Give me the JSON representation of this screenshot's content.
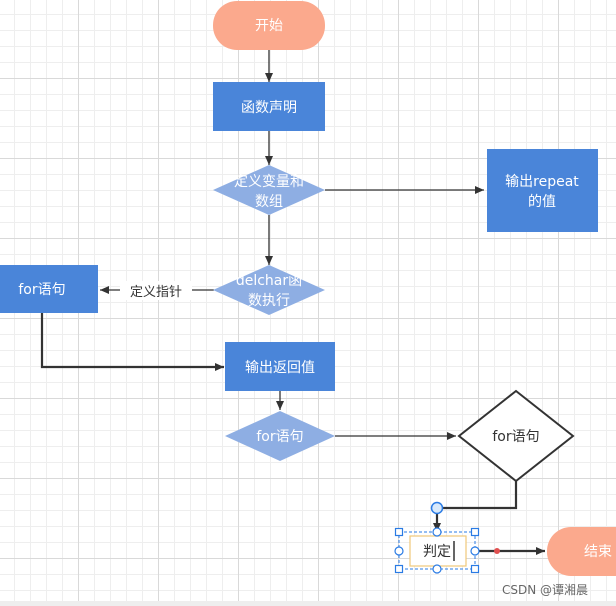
{
  "nodes": {
    "start": "开始",
    "declare": "函数声明",
    "define_var_1": "定义变量和",
    "define_var_2": "数组",
    "output_repeat_1": "输出repeat",
    "output_repeat_2": "的值",
    "delchar_1": "delchar函",
    "delchar_2": "数执行",
    "for_left": "for语句",
    "output_return": "输出返回值",
    "for_mid": "for语句",
    "for_right": "for语句",
    "judge": "判定",
    "end": "结束"
  },
  "edges": {
    "define_pointer": "定义指针"
  },
  "watermark": "CSDN @谭湘晨",
  "colors": {
    "terminal": "#fba98d",
    "process": "#4a85d9",
    "decision": "#8eaee3",
    "line": "#333333",
    "selection": "#2a7be4",
    "edit_box": "#f0c97a"
  }
}
